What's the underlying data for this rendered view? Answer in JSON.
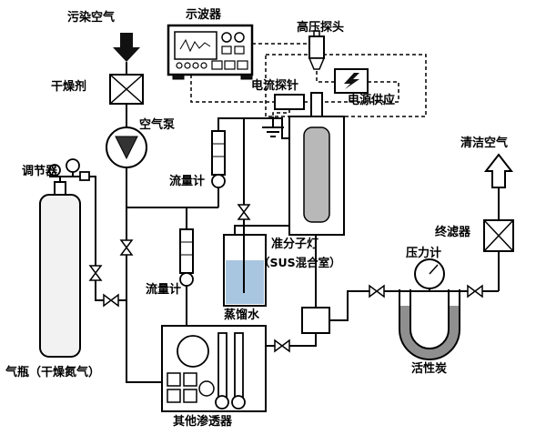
{
  "labels": {
    "polluted_air": "污染空气",
    "desiccant": "干燥剂",
    "air_pump": "空气泵",
    "oscilloscope": "示波器",
    "hv_probe": "高压探头",
    "current_probe": "电流探针",
    "power_supply": "电源供应",
    "regulator": "调节器",
    "flow_meter_1": "流量计",
    "flow_meter_2": "流量计",
    "distilled_water": "蒸馏水",
    "excimer_lamp": "准分子灯",
    "sus_chamber": "（SUS混合室）",
    "clean_air": "清洁空气",
    "final_filter": "终滤器",
    "pressure_gauge": "压力计",
    "activated_carbon": "活性炭",
    "gas_cylinder": "气瓶（干燥氮气）",
    "other_permeator": "其他渗透器"
  },
  "colors": {
    "line": "#000000",
    "water": "#a9c6e0",
    "lamp_tube": "#b8b8b8",
    "carbon": "#8f8f8f",
    "arrow_fill": "#111111",
    "background": "#ffffff"
  }
}
